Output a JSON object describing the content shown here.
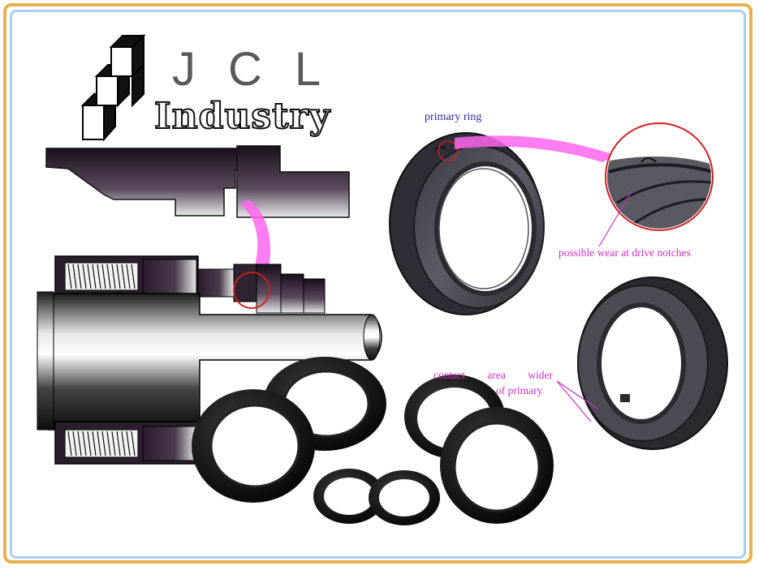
{
  "brand": {
    "logo_text": "JCL",
    "tagline": "Industry"
  },
  "labels": {
    "primary_ring": "primary ring",
    "possible_wear": "possible wear at drive notches",
    "contact_area_line1": "contact area wider",
    "contact_area_line2": "of primary"
  },
  "colors": {
    "outer_border": "#e8b04a",
    "inner_border": "#a9d0f0",
    "callout_magenta": "#ff66ee",
    "highlight_circle": "#d02020",
    "label_blue": "#2a2ea0",
    "label_magenta": "#d030c8"
  }
}
